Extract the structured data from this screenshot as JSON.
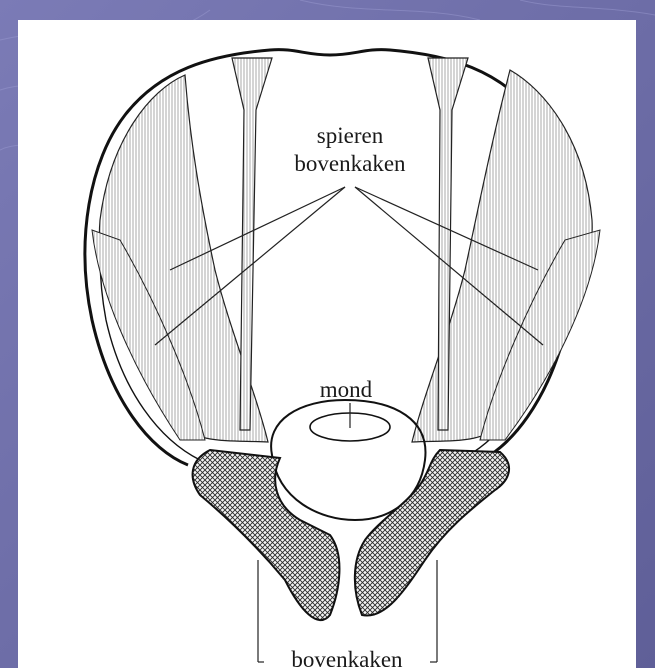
{
  "labels": {
    "muscles_line1": "spieren",
    "muscles_line2": "bovenkaken",
    "mouth": "mond",
    "mandibles": "bovenkaken"
  },
  "colors": {
    "background": "#6f6fa8",
    "paper": "#ffffff",
    "ink": "#1a1a1a"
  }
}
